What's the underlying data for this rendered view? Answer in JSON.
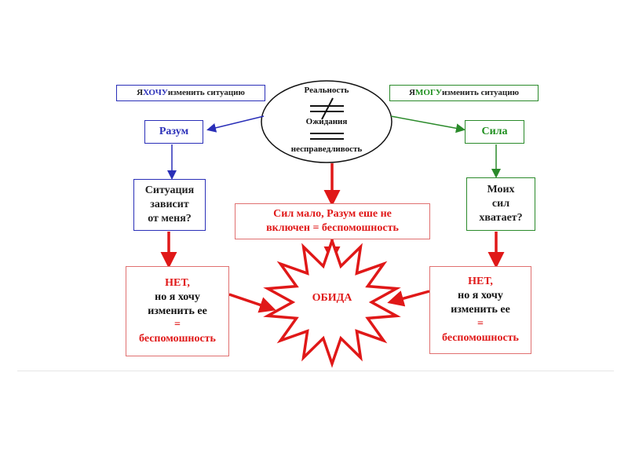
{
  "left_header": {
    "prefix": "Я ",
    "highlight": "ХОЧУ",
    "suffix": " изменить ситуацию"
  },
  "right_header": {
    "prefix": "Я ",
    "highlight": "МОГУ",
    "suffix": " изменить ситуацию"
  },
  "ellipse": {
    "top": "Реальность",
    "middle": "Ожидания",
    "bottom": "несправедливость"
  },
  "left_mind": "Разум",
  "right_force": "Сила",
  "left_question": [
    "Ситуация",
    "зависит",
    "от меня?"
  ],
  "right_question": [
    "Моих",
    "сил",
    "хватает?"
  ],
  "center_note": [
    "Сил мало, Разум еше не",
    "включен = беспомошность"
  ],
  "left_result": [
    "НЕТ,",
    "но я хочу",
    "изменить ее",
    "=",
    "беспомошность"
  ],
  "right_result": [
    "НЕТ,",
    "но я хочу",
    "изменить ее",
    "=",
    "беспомошность"
  ],
  "star_label": "ОБИДА",
  "colors": {
    "blue": "#2a2fb8",
    "green": "#2a8a2a",
    "red": "#e01818",
    "pink_border": "#e07070"
  }
}
